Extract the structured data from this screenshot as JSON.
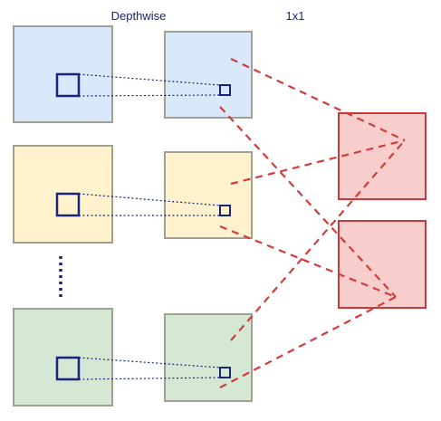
{
  "labels": {
    "depthwise": "Depthwise",
    "pointwise": "1x1"
  },
  "input_channels": [
    {
      "name": "blue",
      "fill": "#dae8fc"
    },
    {
      "name": "yellow",
      "fill": "#fff2cc"
    },
    {
      "name": "ellipsis"
    },
    {
      "name": "green",
      "fill": "#d5e8d4"
    }
  ],
  "output_channels": [
    {
      "name": "red-top",
      "fill": "#f8cecc"
    },
    {
      "name": "red-bottom",
      "fill": "#f8cecc"
    }
  ],
  "colors": {
    "channel_border": "#a0a090",
    "kernel_stroke": "#1a237e",
    "projection_line": "#1a237e",
    "output_border": "#c83a3a",
    "output_line": "#d23c3c",
    "heading_text": "#1a237e"
  },
  "icons": {
    "ellipsis": "vertical-dots"
  }
}
